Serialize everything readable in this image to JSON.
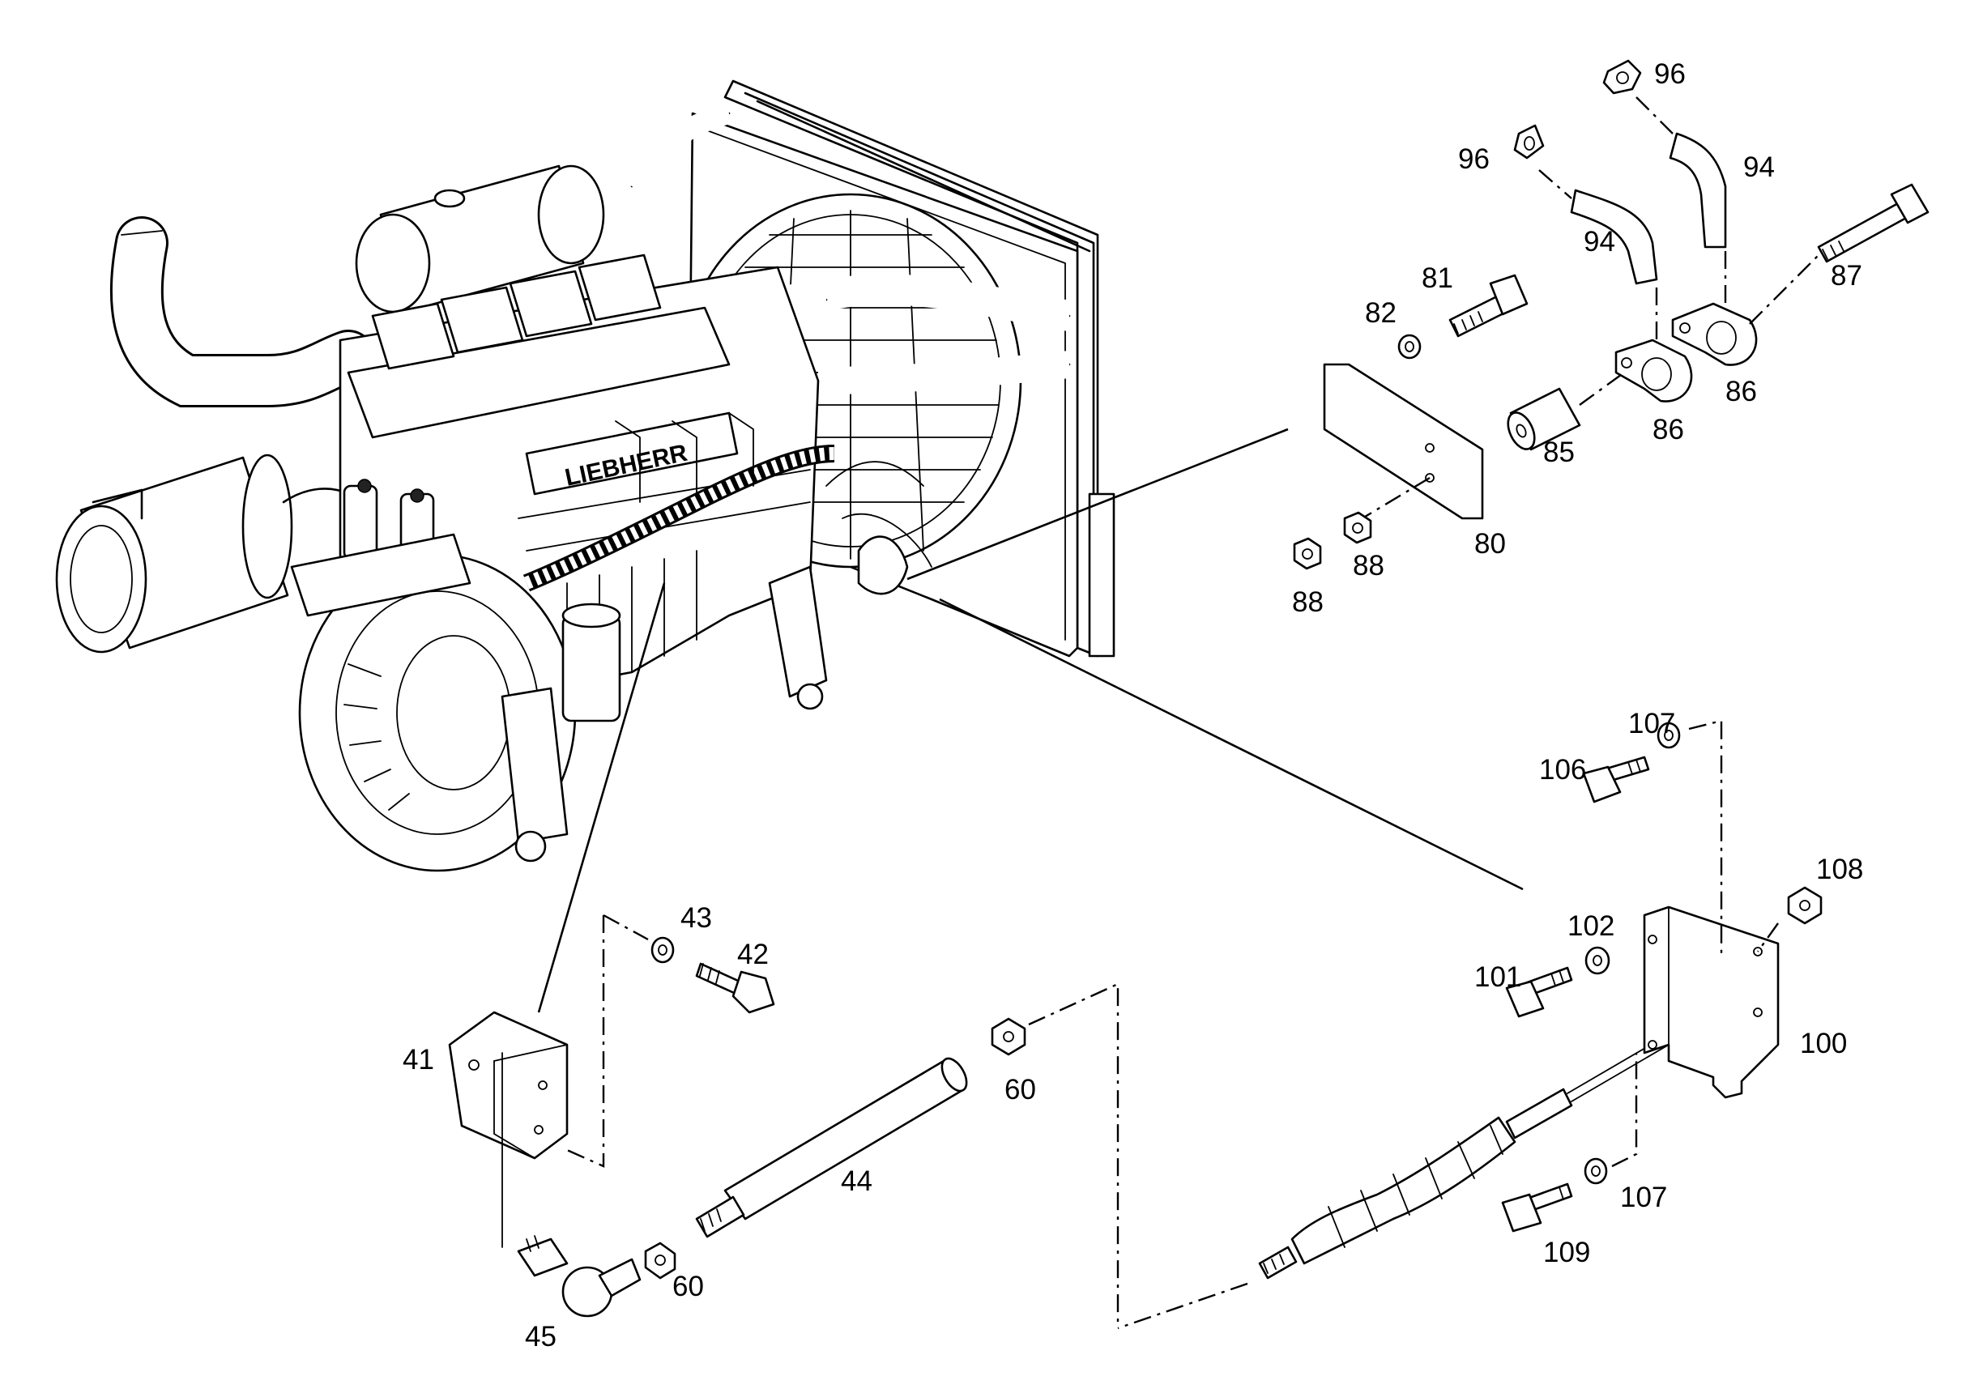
{
  "engine": {
    "logo_text": "LIEBHERR"
  },
  "callouts": {
    "c41": "41",
    "c42": "42",
    "c43": "43",
    "c44": "44",
    "c45": "45",
    "c60a": "60",
    "c60b": "60",
    "c80": "80",
    "c81": "81",
    "c82": "82",
    "c85": "85",
    "c86a": "86",
    "c86b": "86",
    "c87": "87",
    "c88a": "88",
    "c88b": "88",
    "c94a": "94",
    "c94b": "94",
    "c96a": "96",
    "c96b": "96",
    "c100": "100",
    "c101": "101",
    "c102": "102",
    "c106": "106",
    "c107a": "107",
    "c107b": "107",
    "c108": "108",
    "c109": "109"
  }
}
